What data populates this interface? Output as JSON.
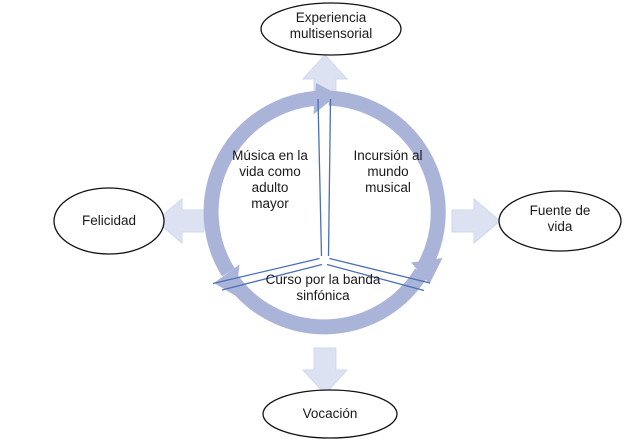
{
  "diagram": {
    "type": "cycle-with-outcomes",
    "title_visible": false,
    "colors": {
      "ring": "#aab4d9",
      "outer_arrow_fill": "#dce2f1",
      "outer_arrow_stroke": "#c6d0e8",
      "divider_line": "#4a6fb5",
      "ellipse_stroke": "#111111",
      "ellipse_fill": "#ffffff",
      "text": "#1a1a1a",
      "background": "#ffffff"
    },
    "cycle": {
      "direction": "clockwise",
      "segments": [
        {
          "id": "segment-top-right",
          "label": "Incursión al\nmundo\nmusical",
          "position": "top-right"
        },
        {
          "id": "segment-bottom",
          "label": "Curso por la banda\nsinfónica",
          "position": "bottom"
        },
        {
          "id": "segment-top-left",
          "label": "Música en la\nvida como\nadulto\nmayor",
          "position": "top-left"
        }
      ]
    },
    "outcomes": [
      {
        "id": "outcome-top",
        "label": "Experiencia\nmultisensorial",
        "position": "top",
        "arrow_direction": "up"
      },
      {
        "id": "outcome-right",
        "label": "Fuente de\nvida",
        "position": "right",
        "arrow_direction": "right"
      },
      {
        "id": "outcome-bottom",
        "label": "Vocación",
        "position": "bottom",
        "arrow_direction": "down"
      },
      {
        "id": "outcome-left",
        "label": "Felicidad",
        "position": "left",
        "arrow_direction": "left"
      }
    ]
  }
}
